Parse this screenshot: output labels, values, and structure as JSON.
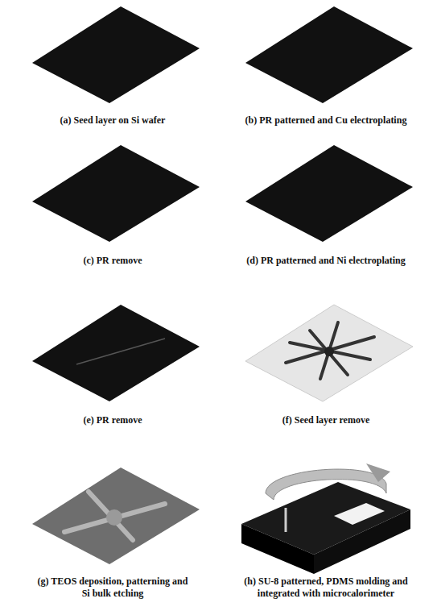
{
  "diagram": {
    "labels": [
      "(a) Seed layer on Si wafer",
      "(b) PR patterned and Cu electroplating",
      "(c) PR remove",
      "(d) PR patterned and Ni electroplating",
      "(e) PR remove",
      "(f) Seed layer remove",
      "(g) TEOS deposition, patterning and Si bulk etching",
      "(h) SU-8 patterned, PDMS molding and integrated with microcalorimeter"
    ]
  }
}
